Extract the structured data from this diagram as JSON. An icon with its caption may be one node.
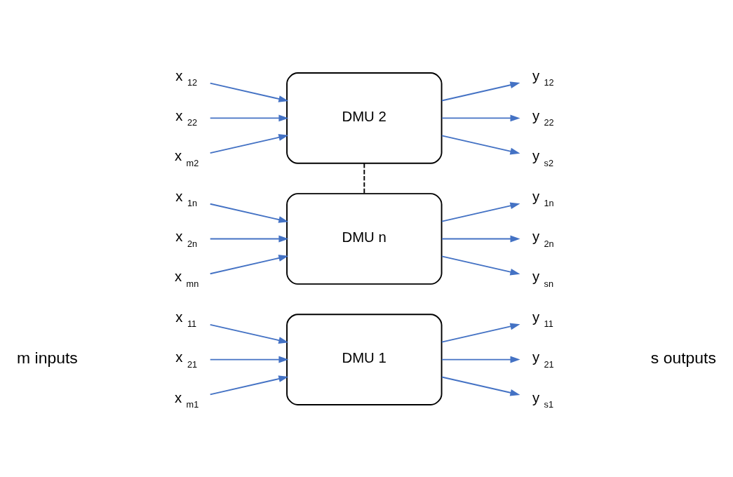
{
  "diagram": {
    "nodes": [
      {
        "text": [
          "x$_{11}$"
        ]
      },
      {
        "text": [
          "x$_{21}$"
        ]
      },
      {
        "text": [
          "x$_{m1}$"
        ]
      },
      {
        "text": [
          "DMU 1"
        ]
      },
      {
        "text": [
          "y$_{11}$"
        ]
      },
      {
        "text": [
          "y$_{21}$"
        ]
      },
      {
        "text": [
          "y$_{s1}$"
        ]
      },
      {
        "text": [
          "x$_{12}$"
        ]
      },
      {
        "text": [
          "x$_{22}$"
        ]
      },
      {
        "text": [
          "x$_{m2}$"
        ]
      },
      {
        "text": [
          "DMU 2"
        ]
      },
      {
        "text": [
          "y$_{12}$"
        ]
      },
      {
        "text": [
          "y$_{22}$"
        ]
      },
      {
        "text": [
          "y$_{s2}$"
        ]
      },
      {
        "text": [
          "x$_{1n}$"
        ]
      },
      {
        "text": [
          "x$_{2n}$"
        ]
      },
      {
        "text": [
          "x$_{mn}$"
        ]
      },
      {
        "text": [
          "DMU n"
        ]
      },
      {
        "text": [
          "y$_{1n}$"
        ]
      },
      {
        "text": [
          "y$_{2n}$"
        ]
      },
      {
        "text": [
          "y$_{sn}$"
        ]
      }
    ],
    "edges": [
      {
        "from": 0,
        "to": 3,
        "arrow": "to"
      },
      {
        "from": 1,
        "to": 3,
        "arrow": "to"
      },
      {
        "from": 2,
        "to": 3,
        "arrow": "to"
      },
      {
        "from": 3,
        "to": 4,
        "arrow": "to"
      },
      {
        "from": 3,
        "to": 5,
        "arrow": "to"
      },
      {
        "from": 3,
        "to": 6,
        "arrow": "to"
      },
      {
        "from": 7,
        "to": 10,
        "arrow": "to"
      },
      {
        "from": 8,
        "to": 10,
        "arrow": "to"
      },
      {
        "from": 9,
        "to": 10,
        "arrow": "to"
      },
      {
        "from": 10,
        "to": 11,
        "arrow": "to"
      },
      {
        "from": 10,
        "to": 12,
        "arrow": "to"
      },
      {
        "from": 10,
        "to": 13,
        "arrow": "to"
      },
      {
        "from": 14,
        "to": 17,
        "arrow": "to"
      },
      {
        "from": 15,
        "to": 17,
        "arrow": "to"
      },
      {
        "from": 16,
        "to": 17,
        "arrow": "to"
      },
      {
        "from": 17,
        "to": 18,
        "arrow": "to"
      },
      {
        "from": 17,
        "to": 19,
        "arrow": "to"
      },
      {
        "from": 17,
        "to": 20,
        "arrow": "to"
      },
      {
        "from": 10,
        "to": 17,
        "arrow": "none",
        "style": "dashed",
        "color": "#000000"
      }
    ],
    "labels": [
      "m inputs",
      "s outputs"
    ]
  }
}
